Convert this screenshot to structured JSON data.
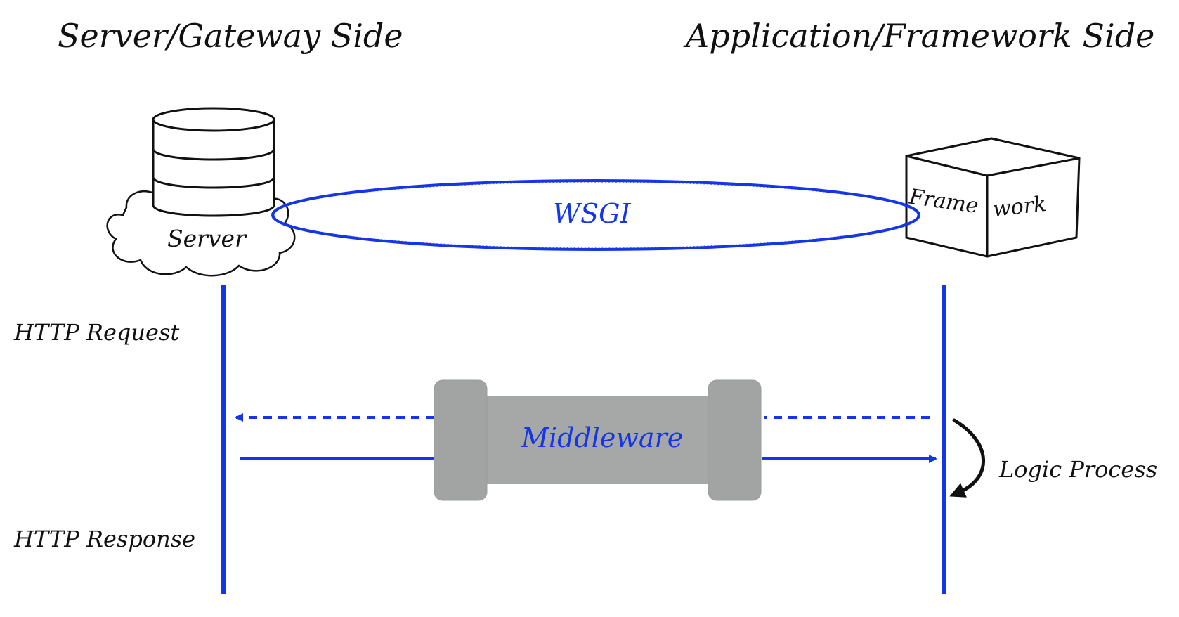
{
  "headings": {
    "left": "Server/Gateway Side",
    "right": "Application/Framework Side"
  },
  "server": {
    "label": "Server"
  },
  "framework": {
    "label_front": "Frame",
    "label_side": "work"
  },
  "wsgi": {
    "label": "WSGI"
  },
  "middleware": {
    "label": "Middleware"
  },
  "labels": {
    "http_request": "HTTP Request",
    "http_response": "HTTP Response",
    "logic_process": "Logic Process"
  },
  "icons": {
    "server": "database-cloud-icon",
    "framework": "cube-box-icon",
    "middleware": "pipe-icon",
    "logic": "curved-arrow-icon"
  },
  "colors": {
    "accent": "#1436e8",
    "ink": "#111111",
    "middleware_fill": "#a6a8a8",
    "middleware_cap": "#a2a4a4",
    "background": "#ffffff"
  }
}
